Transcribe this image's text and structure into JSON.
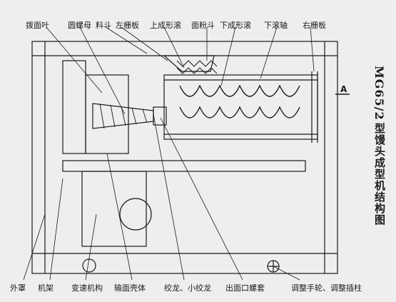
{
  "title": {
    "model": "MG65/2",
    "name": "型馒头成型机结构图"
  },
  "section_mark": "A",
  "labels_top": [
    "拨面叶",
    "圆螺母",
    "料斗",
    "左栅板",
    "上成形滚",
    "面粉斗",
    "下成形滚",
    "下滚轴",
    "右栅板"
  ],
  "labels_bottom": [
    "外罩",
    "机架",
    "变速机构",
    "输面壳体",
    "绞龙、小绞龙",
    "出面口螺套",
    "调整手轮、调整插柱"
  ],
  "colors": {
    "background": "#efeeee",
    "ink": "#1a1a1a"
  }
}
